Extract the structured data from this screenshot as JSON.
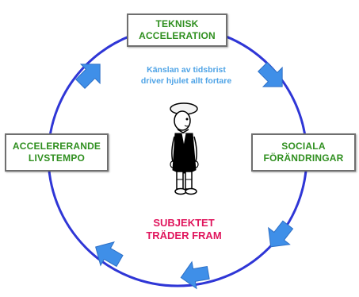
{
  "boxes": {
    "top": {
      "line1": "TEKNISK",
      "line2": "ACCELERATION"
    },
    "left": {
      "line1": "ACCELERERANDE",
      "line2": "LIVSTEMPO"
    },
    "right": {
      "line1": "SOCIALA",
      "line2": "FÖRÄNDRINGAR"
    }
  },
  "inner_caption": {
    "line1": "Känslan av tidsbrist",
    "line2": "driver hjulet allt fortare"
  },
  "center_caption": {
    "line1": "SUBJEKTET",
    "line2": "TRÄDER FRAM"
  },
  "colors": {
    "circle": "#2f36d6",
    "arrow": "#3f8fe8",
    "box_text": "#2f8f1f",
    "inner_caption": "#4ea3e6",
    "center_caption": "#e0165d"
  }
}
